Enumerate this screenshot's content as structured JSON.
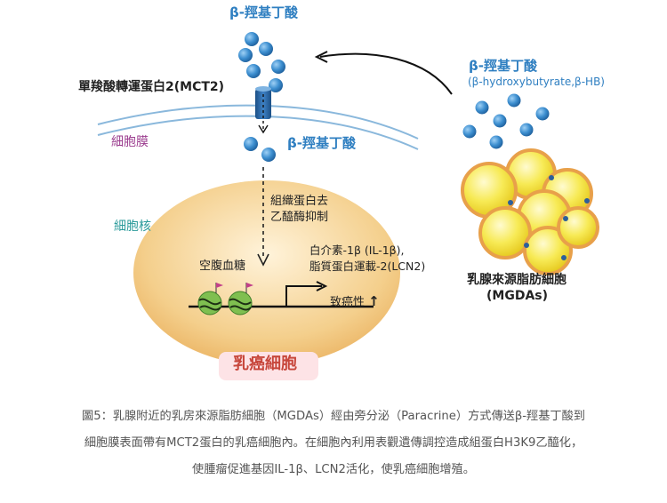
{
  "diagram": {
    "top_label": "β-羥基丁酸",
    "mct2_label": "單羧酸轉運蛋白2(MCT2)",
    "membrane_label": "細胞膜",
    "inside_label": "β-羥基丁酸",
    "nucleus_label": "細胞核",
    "inhibit_line1": "組織蛋白去",
    "inhibit_line2": "乙醯酶抑制",
    "fasting_label": "空腹血糖",
    "genes_line1": "白介素-1β (IL-1β),",
    "genes_line2": "脂質蛋白運載-2(LCN2)",
    "oncogenic_label": "致癌性",
    "oncogenic_arrow": "↑",
    "source_label_cn": "β-羥基丁酸",
    "source_label_en": "(β-hydroxybutyrate,β-HB)",
    "adipocyte_label_cn": "乳腺來源脂肪細胞",
    "adipocyte_label_en": "(MGDAs)",
    "cell_title": "乳癌細胞"
  },
  "caption": {
    "line1": "圖5：乳腺附近的乳房來源脂肪細胞（MGDAs）經由旁分泌（Paracrine）方式傳送β-羥基丁酸到",
    "line2": "細胞膜表面帶有MCT2蛋白的乳癌細胞內。在細胞內利用表觀遺傳調控造成組蛋白H3K9乙醯化，",
    "line3": "使腫瘤促進基因IL-1β、LCN2活化，使乳癌細胞增殖。"
  },
  "colors": {
    "molecule": "#3d8fd0",
    "membrane": "#8ab8dc",
    "nucleus": "#f1c277",
    "adipocyte": "#f5e24a",
    "cell_title_bg": "#fde3e6",
    "cell_title_text": "#c7463b"
  }
}
